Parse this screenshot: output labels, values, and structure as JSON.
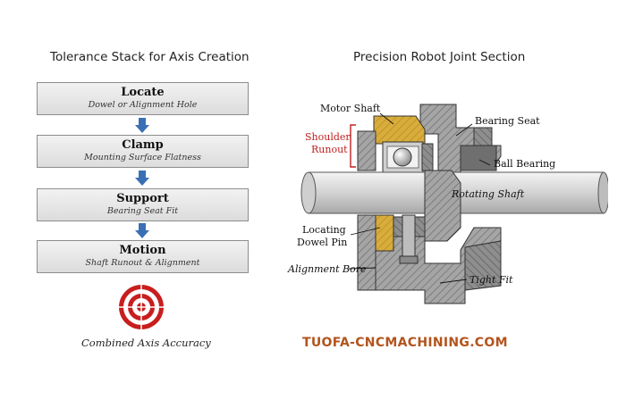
{
  "left_title": "Tolerance Stack for Axis Creation",
  "right_title": "Precision Robot Joint Section",
  "steps": [
    {
      "name": "Locate",
      "sub": "Dowel or Alignment Hole"
    },
    {
      "name": "Clamp",
      "sub": "Mounting Surface Flatness"
    },
    {
      "name": "Support",
      "sub": "Bearing Seat Fit"
    },
    {
      "name": "Motion",
      "sub": "Shaft Runout & Alignment"
    }
  ],
  "footer_left": "Combined Axis Accuracy",
  "watermark": "TUOFA-CNCMACHINING.COM",
  "joint_labels": {
    "motor_shaft": "Motor Shaft",
    "bearing_seat": "Bearing Seat",
    "shoulder_line1": "Shoulder",
    "shoulder_line2": "Runout",
    "ball_bearing": "Ball Bearing",
    "rotating_shaft": "Rotating Shaft",
    "locating_line1": "Locating",
    "locating_line2": "Dowel Pin",
    "alignment_bore": "Alignment Bore",
    "tight_fit": "Tight Fit"
  },
  "colors": {
    "arrow": "#3a6fb5",
    "target_red": "#c81e1e",
    "brass": "#d9ad3c",
    "steel": "#9a9a9a",
    "shaft": "#d9d9d9",
    "watermark": "#b3541e",
    "shoulder_label": "#c0201e"
  }
}
